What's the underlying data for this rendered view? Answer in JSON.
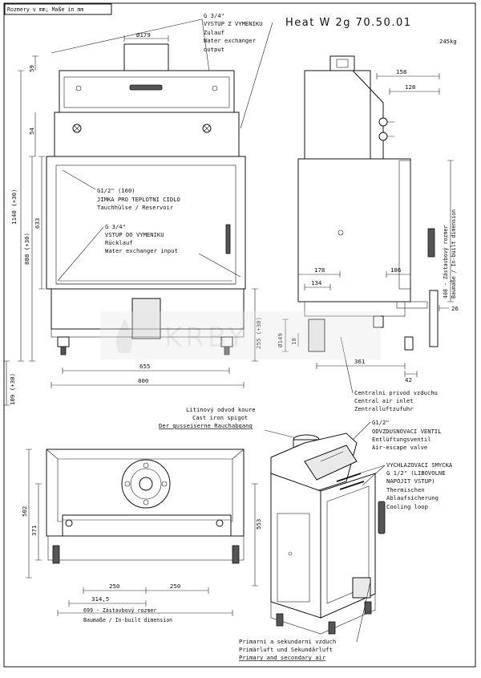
{
  "header": {
    "units_note": "Rozmery v mm; Maße in mm",
    "model_title": "Heat W 2g 70.50.01",
    "weight": "245kg"
  },
  "callouts": {
    "outlet": [
      "G 3/4\"",
      "VYSTUP Z VYMENIKU",
      "Zulauf",
      "Water exchanger",
      "output"
    ],
    "sensor": [
      "G1/2\" (160)",
      "JIMKA PRO TEPLOTNI CIDLO",
      "Tauchhülse / Reservoir"
    ],
    "inlet": [
      "G 3/4\"",
      "VSTUP DO VYMENIKU",
      "Rücklauf",
      "Water exchanger input"
    ],
    "central_air": [
      "Centralni privod vzduchu",
      "Central air inlet",
      "Zentralluftzufuhr"
    ],
    "spigot": [
      "Litinový odvod koure",
      "Cast iron spigot",
      "Der gusseiserne Rauchabgang"
    ],
    "vent_valve": [
      "G1/2\"",
      "ODVZDUSNOVACI VENTIL",
      "Entlüftungsventil",
      "Air-escape valve"
    ],
    "cooling_loop": [
      "VYCHLAZOVACI SMYCKA",
      "G 1/2\" (LIBOVOLNE",
      "NAPOJIT VSTUP)",
      "Thermischen",
      "Ablaufsicherung",
      "Cooling loop"
    ],
    "primary_air": [
      "Primarni a sekundarni vzduch",
      "Primärluft und Sekundärluft",
      "Primary and secondary air"
    ]
  },
  "dimensions": {
    "front": {
      "d_top": "Ø179",
      "h59": "59",
      "h54": "54",
      "h633": "633",
      "h1140": "1140 (+30)",
      "h888": "888 (+30)",
      "h255": "255 (+30)",
      "h109": "109 (+30)",
      "w655": "655",
      "w800": "800"
    },
    "side": {
      "w158": "158",
      "w128": "128",
      "w178": "178",
      "w134": "134",
      "w186": "186",
      "d149": "Ø149",
      "h18": "18",
      "w361": "361",
      "w42": "42",
      "w26": "26",
      "h408": "408 - Zástavbový rozmer",
      "h408b": "Baumaße / In-built dimension"
    },
    "plan": {
      "h502": "502",
      "h371": "371",
      "h553": "553",
      "w250a": "250",
      "w250b": "250",
      "w314": "314,5",
      "w699": "699 - Zástavbový rozmer",
      "w699b": "Baumaße / In-built dimension"
    }
  },
  "watermark": {
    "brand": "KRBY"
  }
}
